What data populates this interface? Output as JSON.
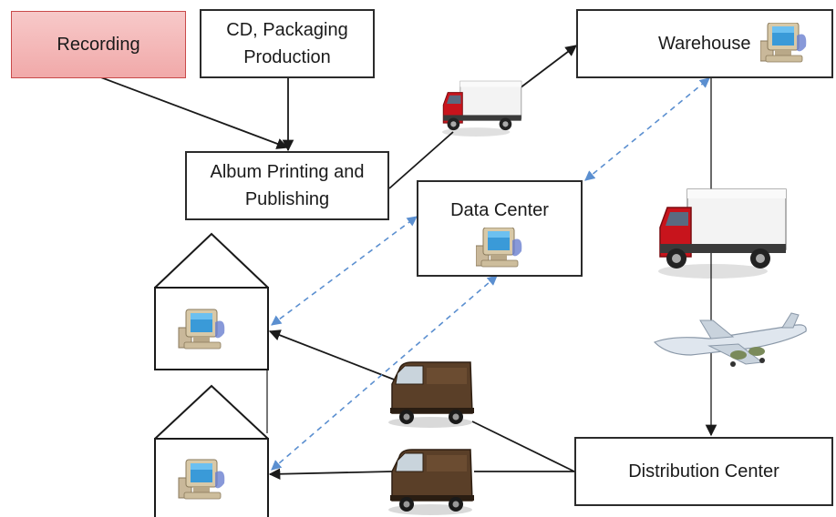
{
  "nodes": {
    "recording": "Recording",
    "cd_packaging_1": "CD, Packaging",
    "cd_packaging_2": "Production",
    "album_1": "Album Printing and",
    "album_2": "Publishing",
    "warehouse": "Warehouse",
    "data_center": "Data Center",
    "distribution_center": "Distribution Center"
  },
  "icons": [
    "computer-icon",
    "delivery-truck-icon",
    "ups-van-icon",
    "airplane-icon",
    "house-icon"
  ],
  "colors": {
    "recording_fill": "#f2b3b3",
    "dashed_link": "#5b8fd0",
    "truck_red": "#c8141c",
    "van_brown": "#5a3f28"
  }
}
